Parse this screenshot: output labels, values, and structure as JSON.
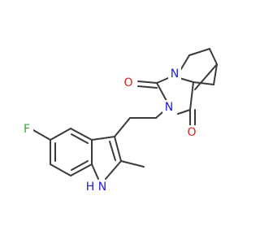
{
  "molecule": {
    "atoms": {
      "fluorine": "F",
      "indole_nh": "H",
      "indole_n": "N",
      "imide_n": "N",
      "bridgehead_n": "N",
      "carbonyl_o_top": "O",
      "carbonyl_o_bottom": "O"
    },
    "colors": {
      "bond": "#3a3a3a",
      "nitrogen": "#1f1fd6",
      "oxygen": "#e0201a",
      "fluorine": "#3aa83a",
      "indole_nh": "#1f1fd6"
    }
  }
}
